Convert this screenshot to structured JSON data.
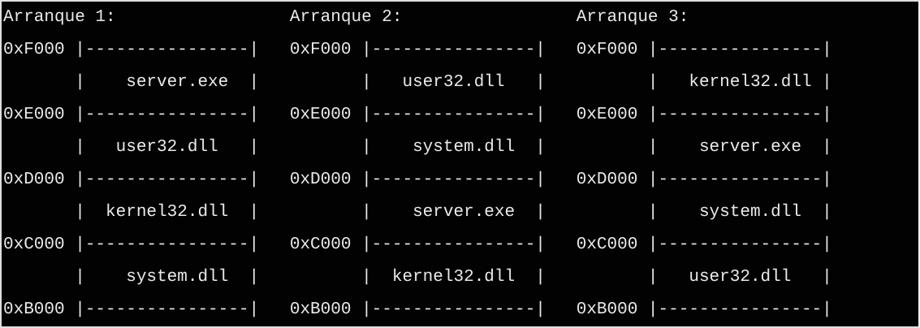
{
  "colors": {
    "background": "#020202",
    "text": "#e9e9e9",
    "frame": "#dedede"
  },
  "panels": [
    {
      "title": "Arranque 1:",
      "address_labels": [
        "0xF000",
        "0xE000",
        "0xD000",
        "0xC000",
        "0xB000"
      ],
      "modules_top_to_bottom": [
        "server.exe",
        "user32.dll",
        "kernel32.dll",
        "system.dll"
      ]
    },
    {
      "title": "Arranque 2:",
      "address_labels": [
        "0xF000",
        "0xE000",
        "0xD000",
        "0xC000",
        "0xB000"
      ],
      "modules_top_to_bottom": [
        "user32.dll",
        "system.dll",
        "server.exe",
        "kernel32.dll"
      ]
    },
    {
      "title": "Arranque 3:",
      "address_labels": [
        "0xF000",
        "0xE000",
        "0xD000",
        "0xC000",
        "0xB000"
      ],
      "modules_top_to_bottom": [
        "kernel32.dll",
        "server.exe",
        "system.dll",
        "user32.dll"
      ]
    }
  ],
  "screen": {
    "lines": [
      "Arranque 1:                 Arranque 2:                 Arranque 3:",
      "0xF000 |----------------|   0xF000 |----------------|   0xF000 |----------------|",
      "       |    server.exe  |          |   user32.dll   |          |   kernel32.dll |",
      "0xE000 |----------------|   0xE000 |----------------|   0xE000 |----------------|",
      "       |   user32.dll   |          |    system.dll  |          |    server.exe  |",
      "0xD000 |----------------|   0xD000 |----------------|   0xD000 |----------------|",
      "       |  kernel32.dll  |          |    server.exe  |          |    system.dll  |",
      "0xC000 |----------------|   0xC000 |----------------|   0xC000 |----------------|",
      "       |    system.dll  |          |  kernel32.dll  |          |   user32.dll   |",
      "0xB000 |----------------|   0xB000 |----------------|   0xB000 |----------------|"
    ]
  }
}
